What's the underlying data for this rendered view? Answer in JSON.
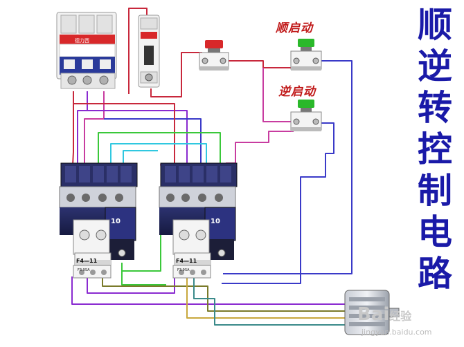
{
  "title_chars": [
    "顺",
    "逆",
    "转",
    "控",
    "制",
    "电",
    "路"
  ],
  "labels": {
    "forward_start": "顺启动",
    "reverse_start": "逆启动"
  },
  "contactors": [
    {
      "aux_label": "10",
      "relay_label": "F4—11",
      "relay_sublabel": "F3.9SA"
    },
    {
      "aux_label": "10",
      "relay_label": "F4—11",
      "relay_sublabel": "F3.9SA"
    }
  ],
  "breaker": {
    "brand_text": "德力西"
  },
  "watermark": {
    "logo": "Bai",
    "logo_suffix": "经验",
    "url": "jingyan.baidu.com"
  },
  "colors": {
    "title": "#1a1aa8",
    "label": "#c01818",
    "wire_red": "#c8283c",
    "wire_purple": "#8a2ad0",
    "wire_blue": "#3a3ac8",
    "wire_green": "#3ac83a",
    "wire_cyan": "#30c8e0",
    "wire_olive": "#7a7a2a",
    "wire_pink": "#c83ca0",
    "contactor_body": "#1e2250",
    "button_red": "#d8282a",
    "button_green": "#2ab82a"
  },
  "icons": [
    "circuit-breaker-3p-icon",
    "circuit-breaker-1p-icon",
    "stop-button-icon",
    "start-button-icon",
    "contactor-icon",
    "thermal-relay-icon",
    "motor-icon"
  ]
}
